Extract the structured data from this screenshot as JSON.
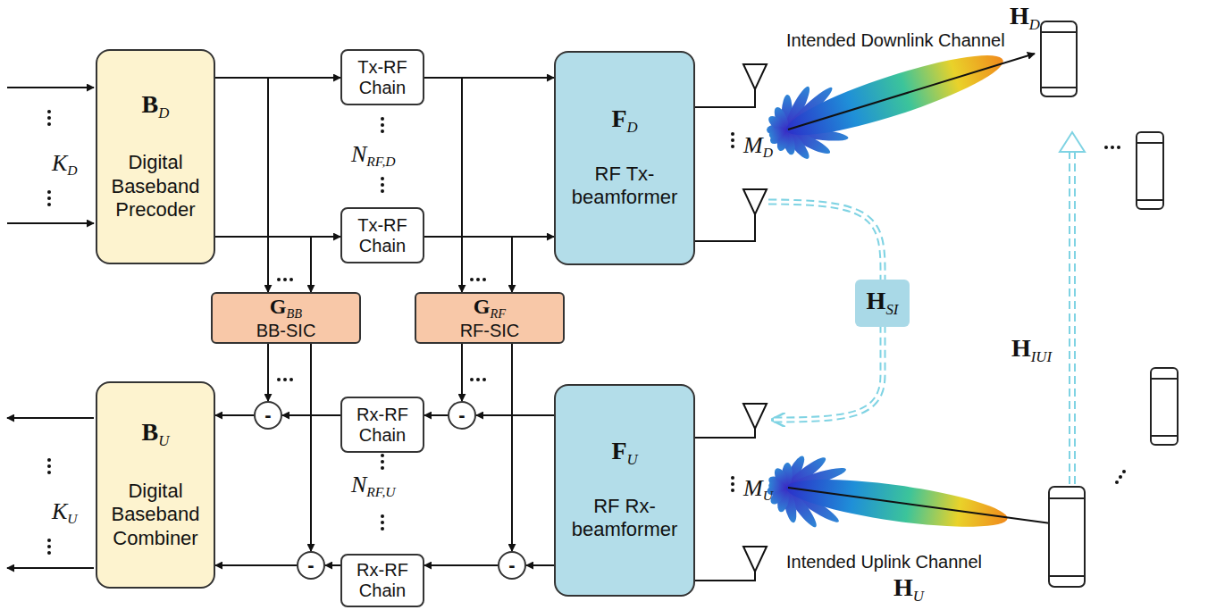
{
  "diagram": {
    "nodes": [
      {
        "text": [
          "BD",
          "Digital Baseband Precoder"
        ]
      },
      {
        "text": [
          "Tx-RF Chain"
        ]
      },
      {
        "text": [
          "Tx-RF Chain"
        ]
      },
      {
        "text": [
          "FD",
          "RF Tx-beamformer"
        ]
      },
      {
        "text": [
          "GBB",
          "BB-SIC"
        ]
      },
      {
        "text": [
          "GRF",
          "RF-SIC"
        ]
      },
      {
        "text": [
          "BU",
          "Digital Baseband Combiner"
        ]
      },
      {
        "text": [
          "Rx-RF Chain"
        ]
      },
      {
        "text": [
          "Rx-RF Chain"
        ]
      },
      {
        "text": [
          "FU",
          "RF Rx-beamformer"
        ]
      },
      {
        "text": [
          "HSI"
        ]
      },
      {
        "text": [
          "-"
        ]
      },
      {
        "text": [
          "-"
        ]
      },
      {
        "text": [
          "-"
        ]
      },
      {
        "text": [
          "-"
        ]
      }
    ],
    "edges": [
      {
        "from": 0,
        "to": 1,
        "arrow": "to"
      },
      {
        "from": 0,
        "to": 2,
        "arrow": "to"
      },
      {
        "from": 1,
        "to": 3,
        "arrow": "to"
      },
      {
        "from": 2,
        "to": 3,
        "arrow": "to"
      },
      {
        "from": 0,
        "to": 4,
        "arrow": "to"
      },
      {
        "from": 0,
        "to": 4,
        "arrow": "to"
      },
      {
        "from": 1,
        "to": 5,
        "arrow": "to"
      },
      {
        "from": 2,
        "to": 5,
        "arrow": "to"
      },
      {
        "from": 4,
        "to": 11,
        "arrow": "to"
      },
      {
        "from": 4,
        "to": 12,
        "arrow": "to"
      },
      {
        "from": 5,
        "to": 13,
        "arrow": "to"
      },
      {
        "from": 5,
        "to": 14,
        "arrow": "to"
      },
      {
        "from": 9,
        "to": 13,
        "arrow": "to"
      },
      {
        "from": 13,
        "to": 7,
        "arrow": "to"
      },
      {
        "from": 7,
        "to": 11,
        "arrow": "to"
      },
      {
        "from": 11,
        "to": 6,
        "arrow": "to"
      },
      {
        "from": 9,
        "to": 14,
        "arrow": "to"
      },
      {
        "from": 14,
        "to": 8,
        "arrow": "to"
      },
      {
        "from": 8,
        "to": 12,
        "arrow": "to"
      },
      {
        "from": 12,
        "to": 6,
        "arrow": "to"
      }
    ],
    "labels": [
      "HD",
      "Intended Downlink Channel",
      "HIUI",
      "Intended Uplink Channel",
      "HU",
      "KD",
      "KU",
      "NRF,D",
      "NRF,U",
      "MD",
      "MU"
    ]
  }
}
